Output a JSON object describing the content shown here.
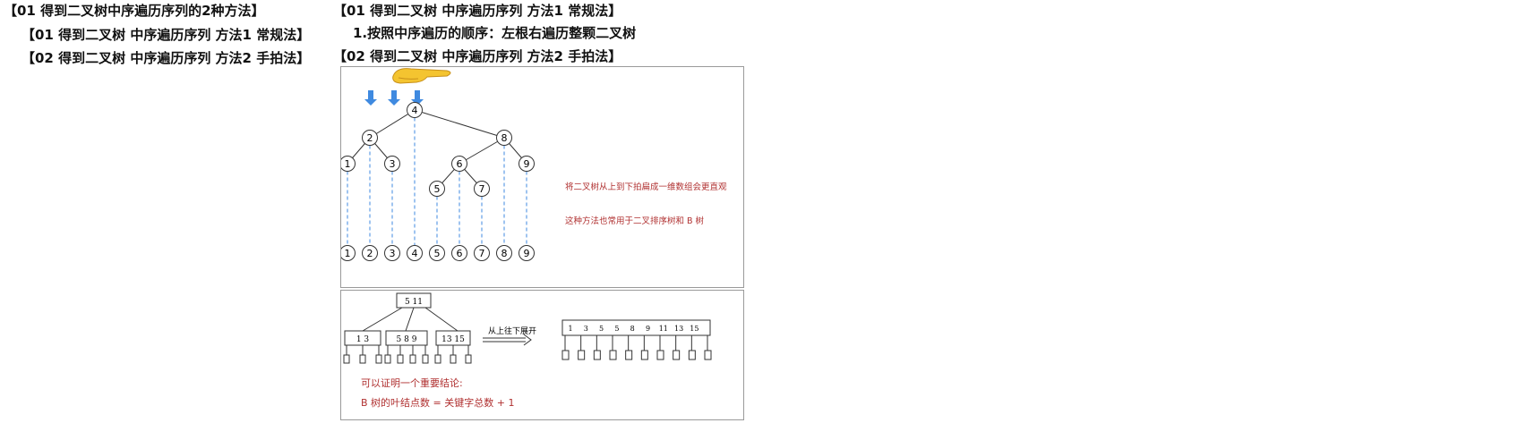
{
  "outline": {
    "title": "【01 得到二叉树中序遍历序列的2种方法】",
    "items": [
      "【01 得到二叉树 中序遍历序列 方法1 常规法】",
      "【02 得到二叉树 中序遍历序列 方法2 手拍法】"
    ]
  },
  "content": {
    "section1_title": "【01 得到二叉树 中序遍历序列 方法1 常规法】",
    "section1_text": "1.按照中序遍历的顺序：左根右遍历整颗二叉树",
    "section2_title": "【02 得到二叉树 中序遍历序列 方法2 手拍法】"
  },
  "figure1": {
    "tree_nodes": [
      {
        "id": "4",
        "parent": null
      },
      {
        "id": "2",
        "parent": "4"
      },
      {
        "id": "8",
        "parent": "4"
      },
      {
        "id": "1",
        "parent": "2"
      },
      {
        "id": "3",
        "parent": "2"
      },
      {
        "id": "6",
        "parent": "8"
      },
      {
        "id": "9",
        "parent": "8"
      },
      {
        "id": "5",
        "parent": "6"
      },
      {
        "id": "7",
        "parent": "6"
      }
    ],
    "flattened": [
      "1",
      "2",
      "3",
      "4",
      "5",
      "6",
      "7",
      "8",
      "9"
    ],
    "note1": "将二叉树从上到下拍扁成一维数组会更直观",
    "note2": "这种方法也常用于二叉排序树和 B 树",
    "arrow_color": "#3f8ae0",
    "dash_color": "#3f8ae0",
    "note_color": "#b03030"
  },
  "figure2": {
    "root_keys": "5  11",
    "children": [
      "1    3",
      "5  8  9",
      "13  15"
    ],
    "arrow_label": "从上往下展开",
    "flattened_keys": [
      "1",
      "3",
      "5",
      "5",
      "8",
      "9",
      "11",
      "13",
      "15"
    ],
    "conclusion_title": "可以证明一个重要结论:",
    "conclusion": "B 树的叶结点数 = 关键字总数 + 1"
  }
}
